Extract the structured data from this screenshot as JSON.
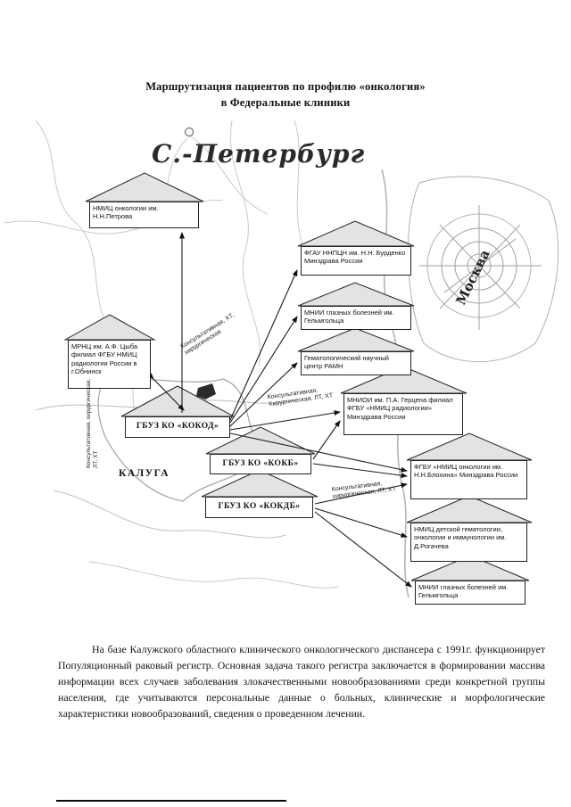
{
  "page": {
    "title": [
      "Маршрутизация пациентов по профилю «онкология»",
      "в Федеральные клиники"
    ],
    "paragraph": "На базе Калужского областного клинического онкологического диспансера с 1991г. функционирует Популяционный раковый регистр. Основная задача такого регистра заключается в формировании массива информации всех случаев заболевания злокачественными новообразованиями среди конкретной группы населения, где учитываются персональные данные о больных, клинические и морфологические характеристики новообразований, сведения о проведенном лечении."
  },
  "diagram": {
    "cities": {
      "spb": "С.-Петербург",
      "moscow": "Москва",
      "kaluga": "КАЛУГА"
    },
    "nodes": {
      "petrova": "НМИЦ онкологии им. Н.Н.Петрова",
      "burdenko": "ФГАУ ННПЦН им. Н.Н. Бурденко Минздрава России",
      "helmholtz_top": "МНИИ глазных болезней им. Гельмгольца",
      "hematology": "Гематологический научный центр РАМН",
      "tsyba": "МРНЦ им. А.Ф. Цыба филиал ФГБУ НМИЦ радиологии России в г.Обнинск",
      "kokod": "ГБУЗ КО «КОКОД»",
      "kokb": "ГБУЗ КО «КОКБ»",
      "kokdb": "ГБУЗ КО «КОКДБ»",
      "herzen": "МНИОИ им. П.А. Герцена филиал ФГБУ «НМИЦ радиологии» Минздрава России",
      "blokhin": "ФГБУ «НМИЦ онкологии им. Н.Н.Блохина» Минздрава России",
      "rogachev": "НМИЦ детской гематологии, онкологии и иммунологии им. Д.Рогачева",
      "helmholtz_bottom": "МНИИ глазных болезней им. Гельмгольца"
    },
    "edge_labels": {
      "to_top": "Консультативная, ХТ, хирургическая",
      "to_right": "Консультативная, Хирургическая, ЛТ, ХТ",
      "to_bottom_right": "Консультативная, хирургическая, ЛТ, ХТ",
      "left_vertical": "Консультативная, хирургическая, ЛТ, ХТ"
    }
  }
}
